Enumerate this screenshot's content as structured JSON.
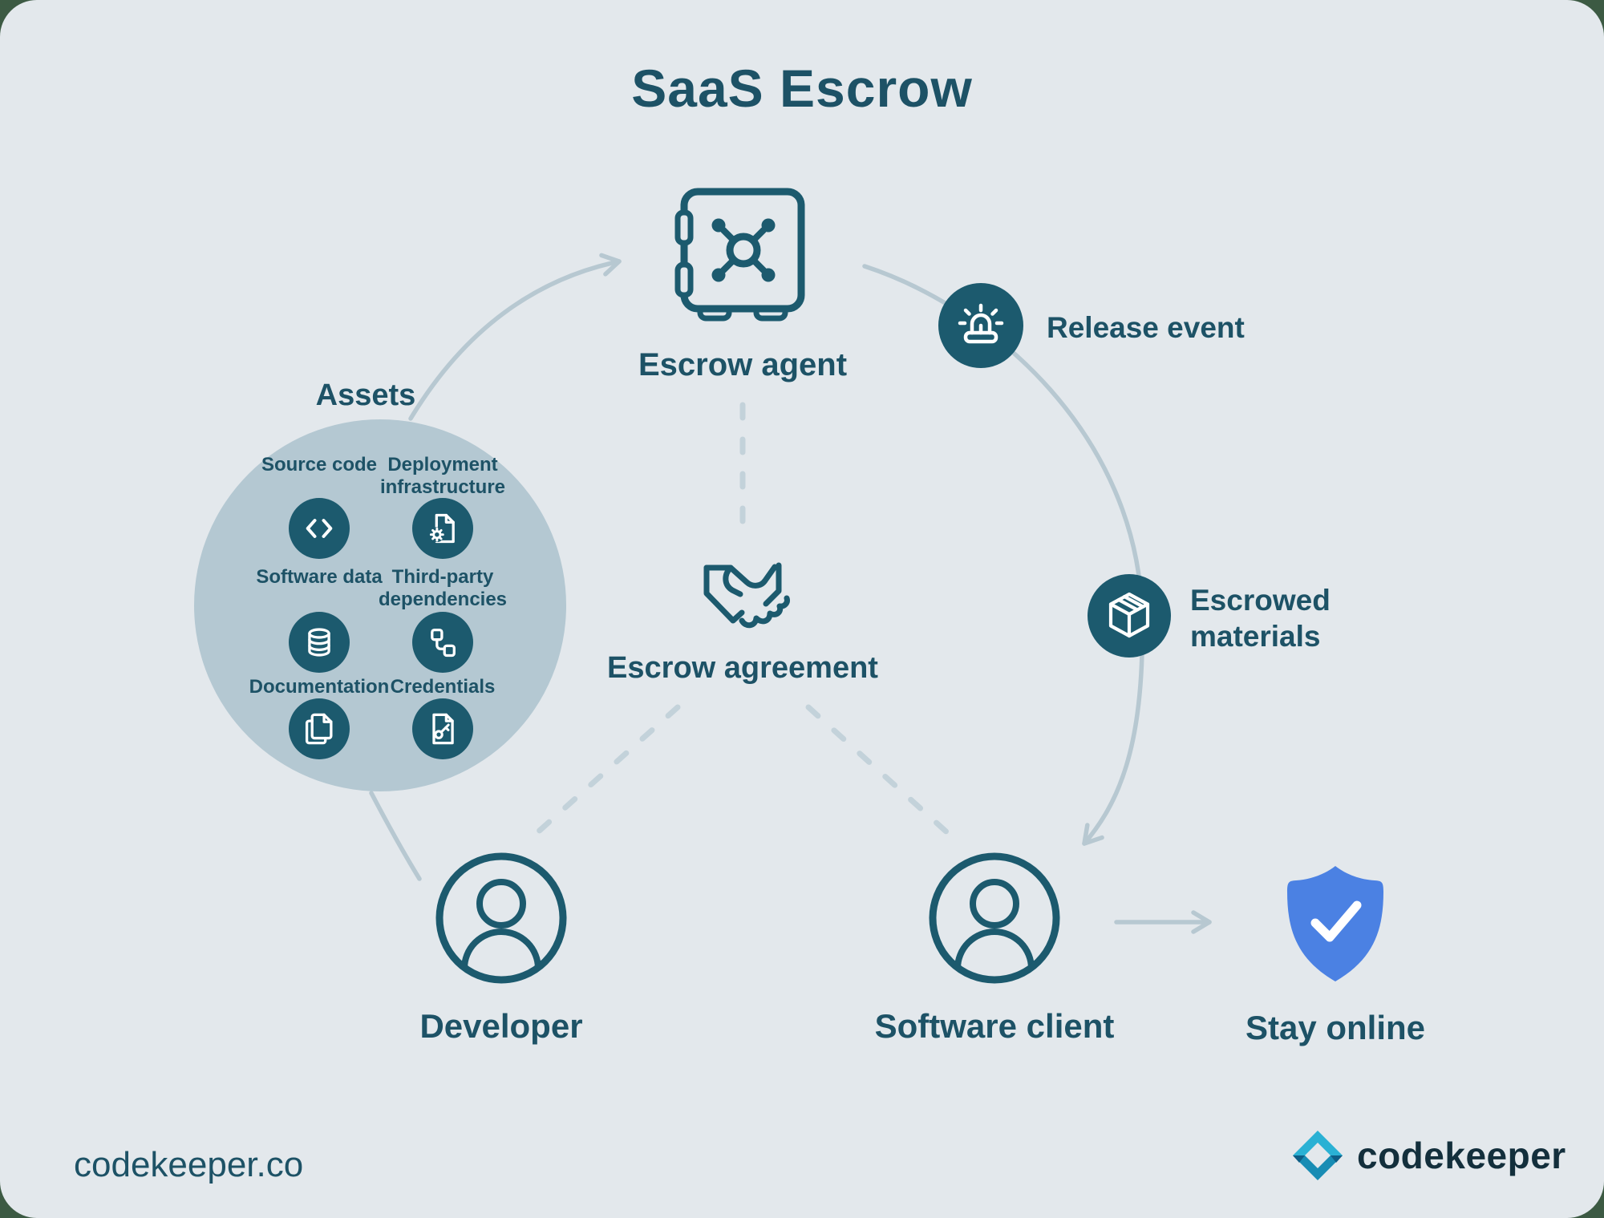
{
  "title": "SaaS Escrow",
  "nodes": {
    "escrow_agent": {
      "label": "Escrow agent",
      "icon": "vault-icon"
    },
    "escrow_agreement": {
      "label": "Escrow agreement",
      "icon": "handshake-icon"
    },
    "release_event": {
      "label": "Release event",
      "icon": "alarm-icon"
    },
    "escrowed_materials": {
      "label": "Escrowed materials",
      "icon": "package-icon"
    },
    "developer": {
      "label": "Developer",
      "icon": "person-icon"
    },
    "software_client": {
      "label": "Software client",
      "icon": "person-icon"
    },
    "stay_online": {
      "label": "Stay online",
      "icon": "shield-check-icon"
    }
  },
  "assets": {
    "title": "Assets",
    "items": [
      {
        "label": "Source code",
        "icon": "code-icon"
      },
      {
        "label": "Deployment infrastructure",
        "icon": "document-gear-icon"
      },
      {
        "label": "Software data",
        "icon": "database-icon"
      },
      {
        "label": "Third-party dependencies",
        "icon": "nodes-link-icon"
      },
      {
        "label": "Documentation",
        "icon": "documents-icon"
      },
      {
        "label": "Credentials",
        "icon": "document-key-icon"
      }
    ]
  },
  "footer": {
    "website": "codekeeper.co",
    "brand": "codekeeper"
  },
  "colors": {
    "outer_background": "#3c5a43",
    "panel_background": "#e3e8ec",
    "teal_text": "#1d5266",
    "teal_icon": "#1c5a6e",
    "assets_circle_fill": "#b4c8d2",
    "connector": "#b7c8d1",
    "dashed_connector": "#c3d2da",
    "shield_blue": "#4b81e3",
    "logo_cyan": "#2ab1d4",
    "logo_navy": "#132f3c"
  }
}
